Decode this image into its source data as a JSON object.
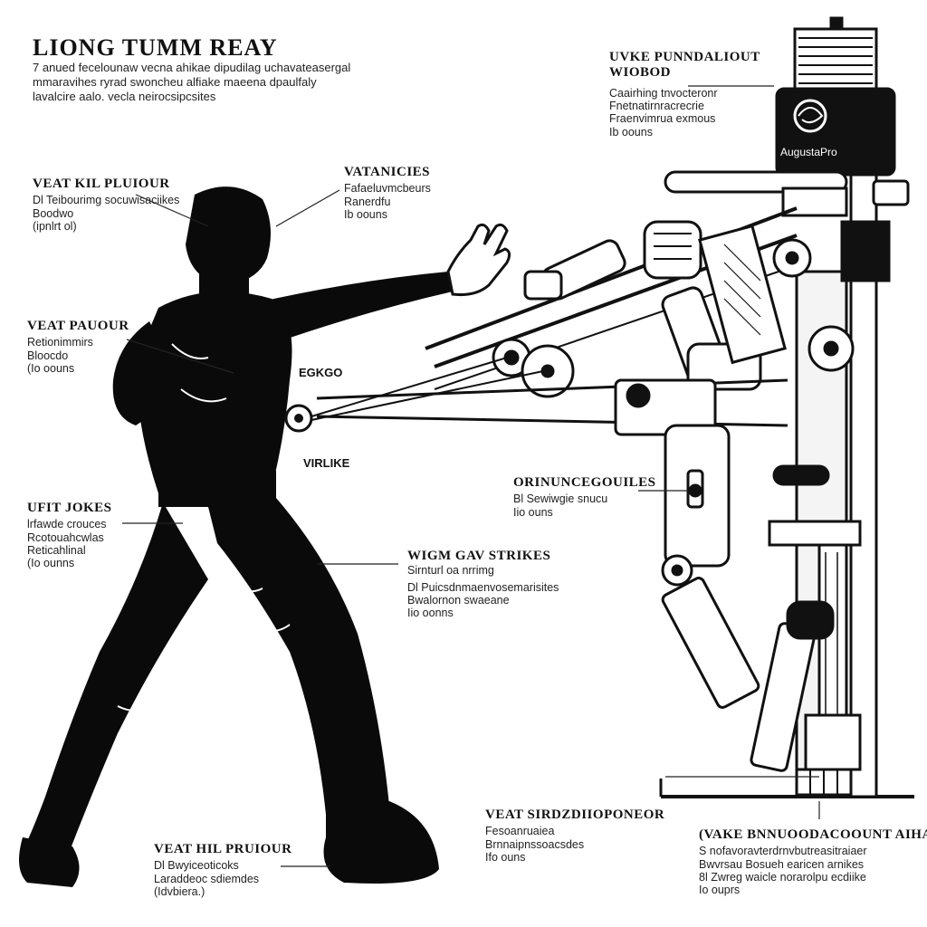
{
  "title": "LIONG TUMM REAY",
  "intro": [
    "7 anued fecelounaw vecna ahikae dipudilag uchavateasergal",
    "mmaravihes ryrad swoncheu alfiake maeena dpaulfaly",
    "lavalcire aalo. vecla neirocsipcsites"
  ],
  "brand": {
    "name": "AugustaPro",
    "ink": "#111111",
    "paper": "#ffffff"
  },
  "callouts": [
    {
      "id": "top-right",
      "title": [
        "UVKE PUNNDALIOUT",
        "WIOBOD"
      ],
      "lines": [
        "Caairhing tnvocteronr",
        "Fnetnatirnracrecrie",
        "Fraenvimrua exmous",
        "Ib oouns"
      ]
    },
    {
      "id": "head",
      "title": [
        "VEAT KIL PLUIOUR"
      ],
      "lines": [
        "Dl Teibourimg socuwisaciikes",
        "Boodwo",
        "(ipnlrt ol)"
      ]
    },
    {
      "id": "wing",
      "title": [
        "VATANICIES"
      ],
      "lines": [
        "Fafaeluvmcbeurs",
        "Ranerdfu",
        "Ib oouns"
      ]
    },
    {
      "id": "chest",
      "title": [
        "VEAT PAUOUR"
      ],
      "lines": [
        "Retionimmirs",
        "Bloocdo",
        "(Io oouns"
      ]
    },
    {
      "id": "legs",
      "title": [
        "UFIT JOKES"
      ],
      "lines": [
        "lrfawde crouces",
        "Rcotouahcwlas",
        "Reticahlinal",
        "(Io ounns"
      ]
    },
    {
      "id": "strikes",
      "title": [
        "WIGM GAV STRIKES",
        "Sirnturl oa nrrimg"
      ],
      "lines": [
        "Dl Puicsdnmaenvosemarisites",
        "Bwalornon swaeane",
        "Iio oonns"
      ]
    },
    {
      "id": "arm-joint",
      "title": [
        "ORINUNCEGOUILES"
      ],
      "lines": [
        "Bl Sewiwgie snucu",
        "Iio ouns"
      ]
    },
    {
      "id": "feet",
      "title": [
        "VEAT HIL PRUIOUR"
      ],
      "lines": [
        "Dl Bwyiceoticoks",
        "Laraddeoc sdiemdes",
        "(Idvbiera.)"
      ]
    },
    {
      "id": "base",
      "title": [
        "VEAT SIRDZDIIOPONEOR"
      ],
      "lines": [
        "Fesoanruaiea",
        "Brnnaipnssoacsdes",
        "Ifo ouns"
      ]
    },
    {
      "id": "bottom-right",
      "title": [
        "(VAKE BNNUOODACOOUNT AIHAIO"
      ],
      "lines": [
        "S nofavoravterdrnvbutreasitraiaer",
        "Bwvrsau Bosueh earicen arnikes",
        "8l Zwreg waicle norarolpu ecdiike",
        "Io ouprs"
      ]
    }
  ],
  "labels": {
    "center": "EGKGO",
    "strike": "VIRLIKE"
  }
}
